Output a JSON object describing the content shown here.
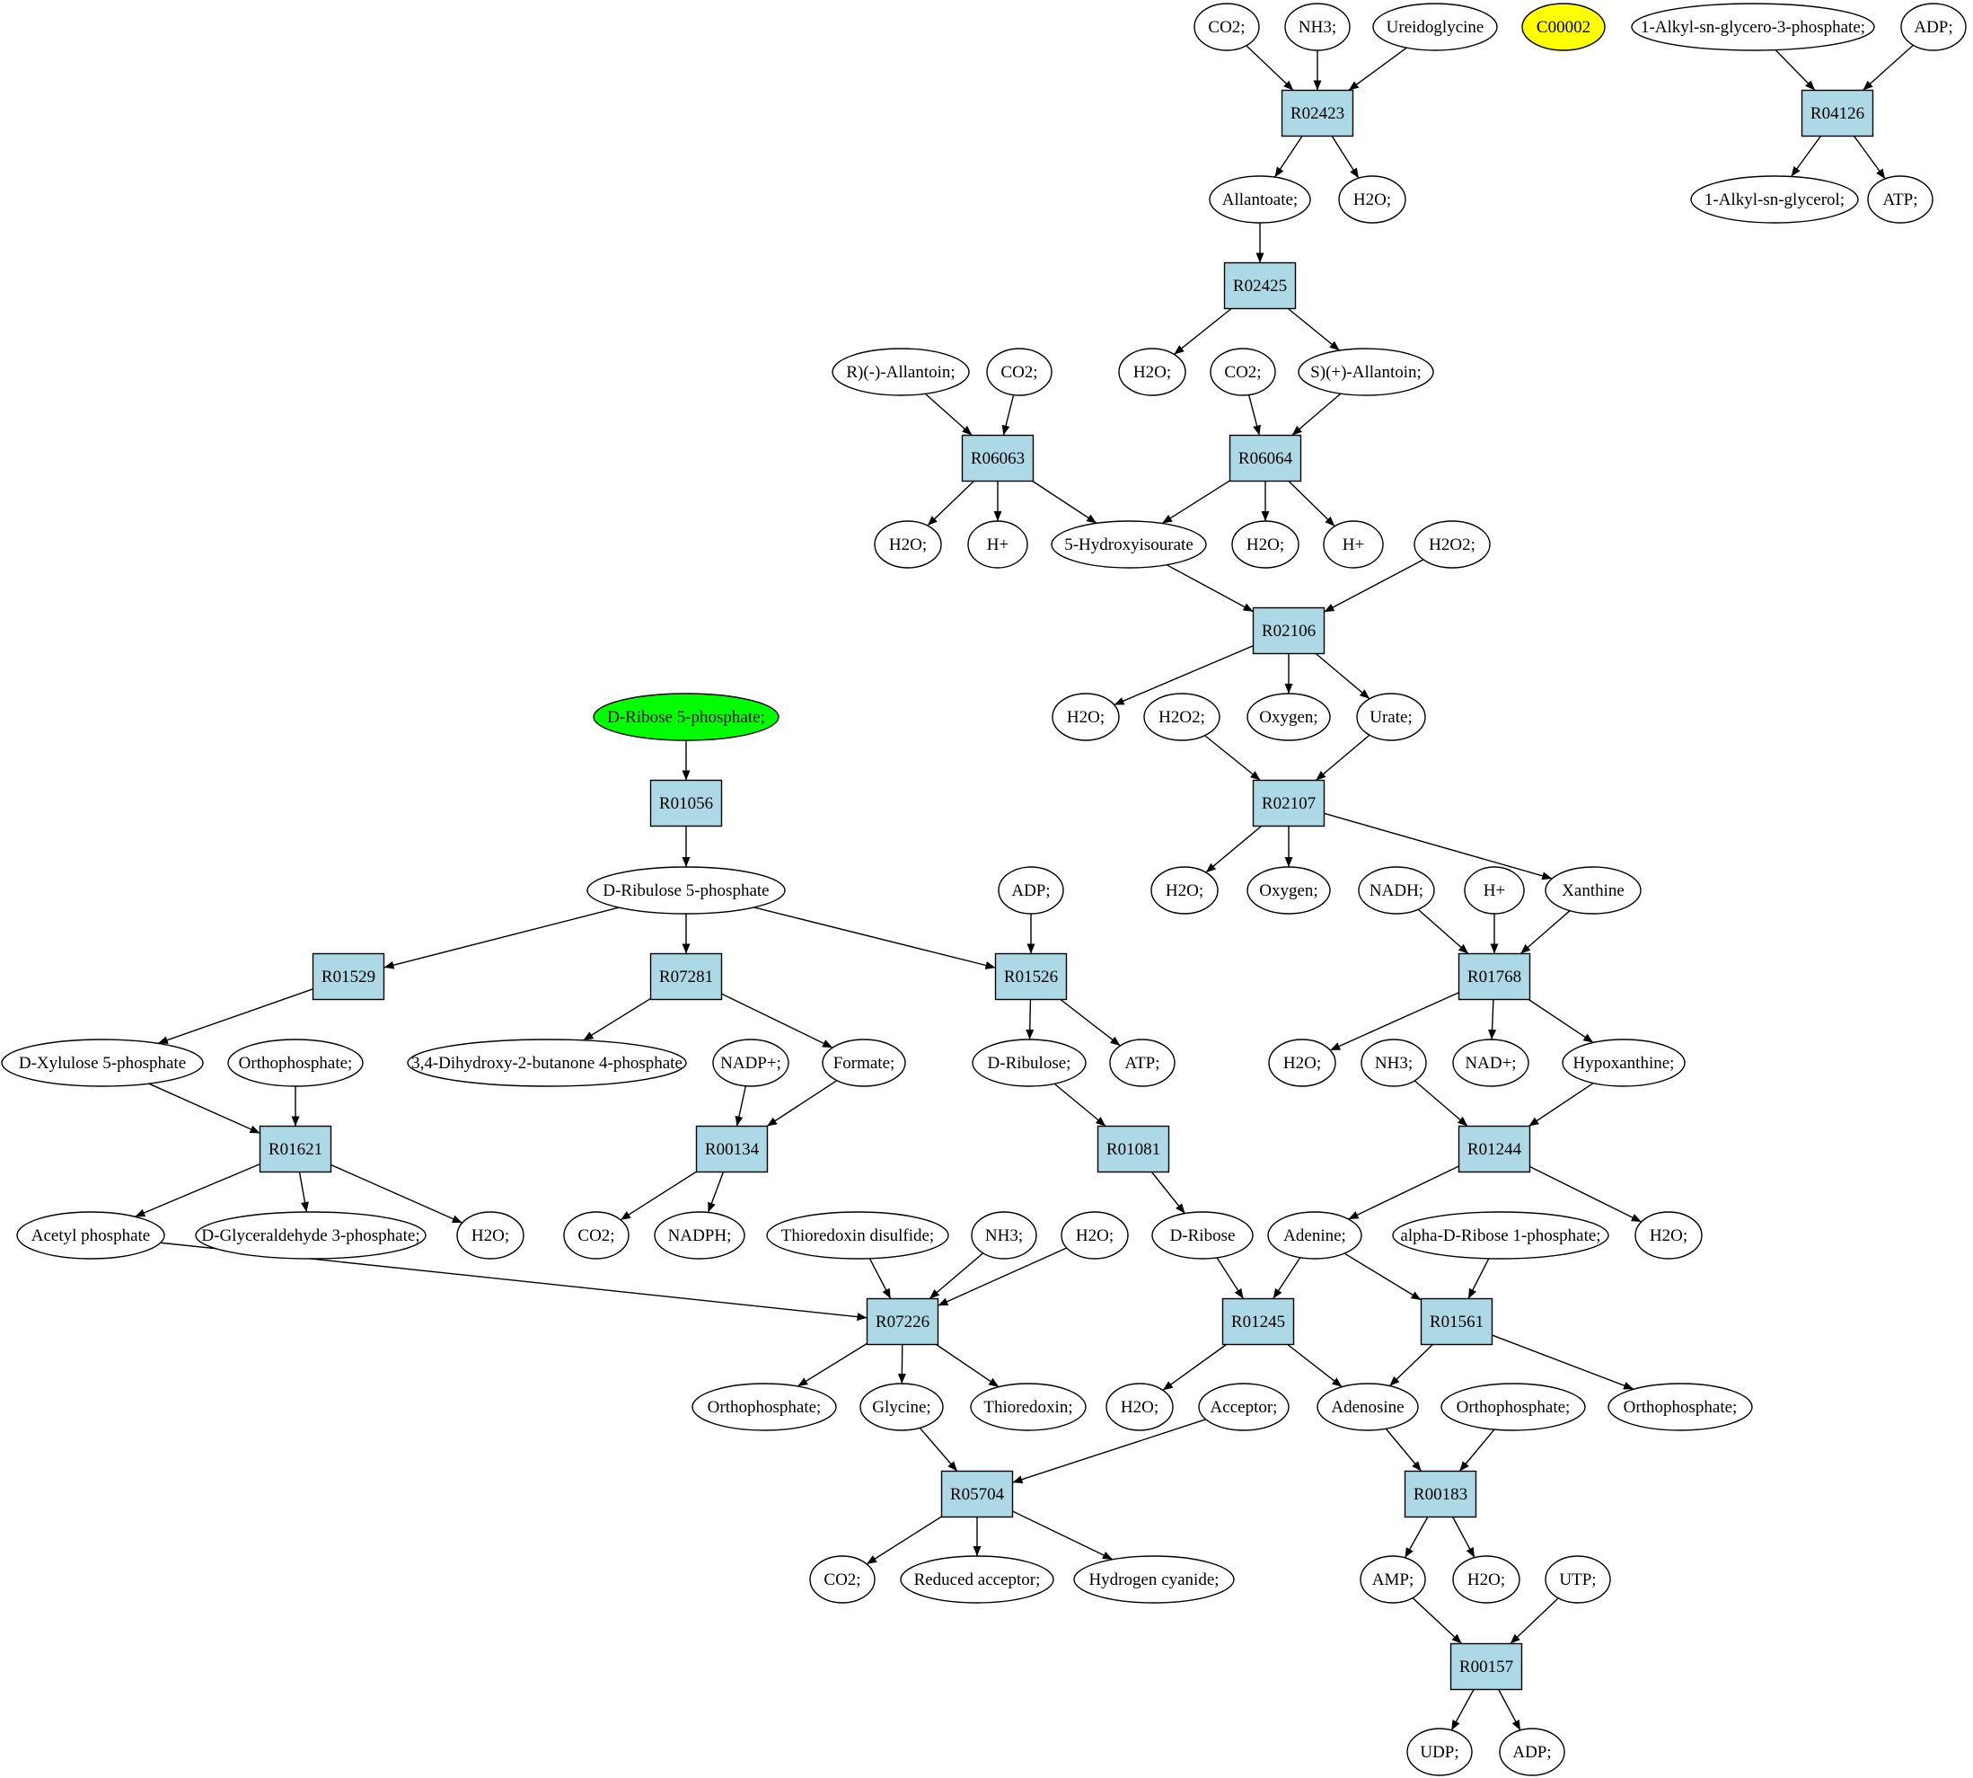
{
  "reactions": {
    "R02423": "R02423",
    "R04126": "R04126",
    "R02425": "R02425",
    "R06063": "R06063",
    "R06064": "R06064",
    "R02106": "R02106",
    "R02107": "R02107",
    "R01056": "R01056",
    "R01529": "R01529",
    "R07281": "R07281",
    "R01526": "R01526",
    "R01768": "R01768",
    "R01621": "R01621",
    "R00134": "R00134",
    "R01081": "R01081",
    "R01244": "R01244",
    "R07226": "R07226",
    "R01245": "R01245",
    "R01561": "R01561",
    "R05704": "R05704",
    "R00183": "R00183",
    "R00157": "R00157"
  },
  "compounds": {
    "co2_a": "CO2;",
    "nh3_a": "NH3;",
    "ureidoglycine": "Ureidoglycine",
    "c00002": "C00002",
    "alkylglycero3p": "1-Alkyl-sn-glycero-3-phosphate;",
    "adp_a": "ADP;",
    "allantoate": "Allantoate;",
    "h2o_a": "H2O;",
    "alkylglycerol": "1-Alkyl-sn-glycerol;",
    "atp_a": "ATP;",
    "r_allantoin": "R)(-)-Allantoin;",
    "co2_b": "CO2;",
    "h2o_b": "H2O;",
    "co2_c": "CO2;",
    "s_allantoin": "S)(+)-Allantoin;",
    "h2o_c": "H2O;",
    "hplus_a": "H+",
    "hydroxyisourate": "5-Hydroxyisourate",
    "h2o_d": "H2O;",
    "hplus_b": "H+",
    "h2o2_a": "H2O2;",
    "dribose5p": "D-Ribose 5-phosphate;",
    "h2o_e": "H2O;",
    "h2o2_b": "H2O2;",
    "oxygen_a": "Oxygen;",
    "urate": "Urate;",
    "dribulose5p": "D-Ribulose 5-phosphate",
    "adp_b": "ADP;",
    "h2o_f": "H2O;",
    "oxygen_b": "Oxygen;",
    "nadh": "NADH;",
    "hplus_c": "H+",
    "xanthine": "Xanthine",
    "dxylulose5p": "D-Xylulose 5-phosphate",
    "orthophosphate_a": "Orthophosphate;",
    "dihydroxybutanone": "3,4-Dihydroxy-2-butanone 4-phosphate",
    "nadp": "NADP+;",
    "formate": "Formate;",
    "dribulose": "D-Ribulose;",
    "atp_b": "ATP;",
    "h2o_g": "H2O;",
    "nh3_b": "NH3;",
    "nad": "NAD+;",
    "hypoxanthine": "Hypoxanthine;",
    "acetylphosphate": "Acetyl phosphate",
    "dglyceraldehyde3p": "D-Glyceraldehyde 3-phosphate;",
    "h2o_h": "H2O;",
    "co2_d": "CO2;",
    "nadph": "NADPH;",
    "thioredoxin_disulfide": "Thioredoxin disulfide;",
    "nh3_c": "NH3;",
    "h2o_i": "H2O;",
    "dribose": "D-Ribose",
    "adenine": "Adenine;",
    "alpha_dribose1p": "alpha-D-Ribose 1-phosphate;",
    "h2o_j": "H2O;",
    "orthophosphate_b": "Orthophosphate;",
    "glycine": "Glycine;",
    "thioredoxin": "Thioredoxin;",
    "h2o_k": "H2O;",
    "acceptor": "Acceptor;",
    "adenosine": "Adenosine",
    "orthophosphate_c": "Orthophosphate;",
    "orthophosphate_d": "Orthophosphate;",
    "co2_e": "CO2;",
    "reduced_acceptor": "Reduced acceptor;",
    "hydrogen_cyanide": "Hydrogen cyanide;",
    "amp": "AMP;",
    "h2o_l": "H2O;",
    "utp": "UTP;",
    "udp": "UDP;",
    "adp_c": "ADP;"
  },
  "edges": [
    [
      "co2_a",
      "R02423"
    ],
    [
      "nh3_a",
      "R02423"
    ],
    [
      "ureidoglycine",
      "R02423"
    ],
    [
      "R02423",
      "allantoate"
    ],
    [
      "R02423",
      "h2o_a"
    ],
    [
      "alkylglycero3p",
      "R04126"
    ],
    [
      "adp_a",
      "R04126"
    ],
    [
      "R04126",
      "alkylglycerol"
    ],
    [
      "R04126",
      "atp_a"
    ],
    [
      "allantoate",
      "R02425"
    ],
    [
      "R02425",
      "h2o_b"
    ],
    [
      "R02425",
      "s_allantoin"
    ],
    [
      "r_allantoin",
      "R06063"
    ],
    [
      "co2_b",
      "R06063"
    ],
    [
      "R06063",
      "h2o_c"
    ],
    [
      "R06063",
      "hplus_a"
    ],
    [
      "R06063",
      "hydroxyisourate"
    ],
    [
      "co2_c",
      "R06064"
    ],
    [
      "s_allantoin",
      "R06064"
    ],
    [
      "R06064",
      "hydroxyisourate"
    ],
    [
      "R06064",
      "h2o_d"
    ],
    [
      "R06064",
      "hplus_b"
    ],
    [
      "hydroxyisourate",
      "R02106"
    ],
    [
      "h2o2_a",
      "R02106"
    ],
    [
      "R02106",
      "h2o_e"
    ],
    [
      "R02106",
      "oxygen_a"
    ],
    [
      "R02106",
      "urate"
    ],
    [
      "h2o2_b",
      "R02107"
    ],
    [
      "urate",
      "R02107"
    ],
    [
      "R02107",
      "h2o_f"
    ],
    [
      "R02107",
      "oxygen_b"
    ],
    [
      "R02107",
      "xanthine"
    ],
    [
      "dribose5p",
      "R01056"
    ],
    [
      "R01056",
      "dribulose5p"
    ],
    [
      "dribulose5p",
      "R01529"
    ],
    [
      "dribulose5p",
      "R07281"
    ],
    [
      "dribulose5p",
      "R01526"
    ],
    [
      "adp_b",
      "R01526"
    ],
    [
      "R01529",
      "dxylulose5p"
    ],
    [
      "R07281",
      "dihydroxybutanone"
    ],
    [
      "R07281",
      "formate"
    ],
    [
      "R01526",
      "dribulose"
    ],
    [
      "R01526",
      "atp_b"
    ],
    [
      "nadh",
      "R01768"
    ],
    [
      "hplus_c",
      "R01768"
    ],
    [
      "xanthine",
      "R01768"
    ],
    [
      "R01768",
      "h2o_g"
    ],
    [
      "R01768",
      "nad"
    ],
    [
      "R01768",
      "hypoxanthine"
    ],
    [
      "dxylulose5p",
      "R01621"
    ],
    [
      "orthophosphate_a",
      "R01621"
    ],
    [
      "R01621",
      "acetylphosphate"
    ],
    [
      "R01621",
      "dglyceraldehyde3p"
    ],
    [
      "R01621",
      "h2o_h"
    ],
    [
      "nadp",
      "R00134"
    ],
    [
      "formate",
      "R00134"
    ],
    [
      "R00134",
      "co2_d"
    ],
    [
      "R00134",
      "nadph"
    ],
    [
      "dribulose",
      "R01081"
    ],
    [
      "R01081",
      "dribose"
    ],
    [
      "nh3_b",
      "R01244"
    ],
    [
      "hypoxanthine",
      "R01244"
    ],
    [
      "R01244",
      "adenine"
    ],
    [
      "R01244",
      "h2o_j"
    ],
    [
      "acetylphosphate",
      "R07226"
    ],
    [
      "thioredoxin_disulfide",
      "R07226"
    ],
    [
      "nh3_c",
      "R07226"
    ],
    [
      "h2o_i",
      "R07226"
    ],
    [
      "R07226",
      "orthophosphate_b"
    ],
    [
      "R07226",
      "glycine"
    ],
    [
      "R07226",
      "thioredoxin"
    ],
    [
      "dribose",
      "R01245"
    ],
    [
      "adenine",
      "R01245"
    ],
    [
      "R01245",
      "h2o_k"
    ],
    [
      "R01245",
      "adenosine"
    ],
    [
      "adenine",
      "R01561"
    ],
    [
      "alpha_dribose1p",
      "R01561"
    ],
    [
      "R01561",
      "adenosine"
    ],
    [
      "R01561",
      "orthophosphate_d"
    ],
    [
      "glycine",
      "R05704"
    ],
    [
      "acceptor",
      "R05704"
    ],
    [
      "R05704",
      "co2_e"
    ],
    [
      "R05704",
      "reduced_acceptor"
    ],
    [
      "R05704",
      "hydrogen_cyanide"
    ],
    [
      "adenosine",
      "R00183"
    ],
    [
      "orthophosphate_c",
      "R00183"
    ],
    [
      "R00183",
      "amp"
    ],
    [
      "R00183",
      "h2o_l"
    ],
    [
      "amp",
      "R00157"
    ],
    [
      "utp",
      "R00157"
    ],
    [
      "R00157",
      "udp"
    ],
    [
      "R00157",
      "adp_c"
    ]
  ],
  "colors": {
    "reaction_fill": "#add8e6",
    "start_compound_fill": "#00ff00",
    "highlight_compound_fill": "#ffff00",
    "compound_fill": "#ffffff"
  }
}
